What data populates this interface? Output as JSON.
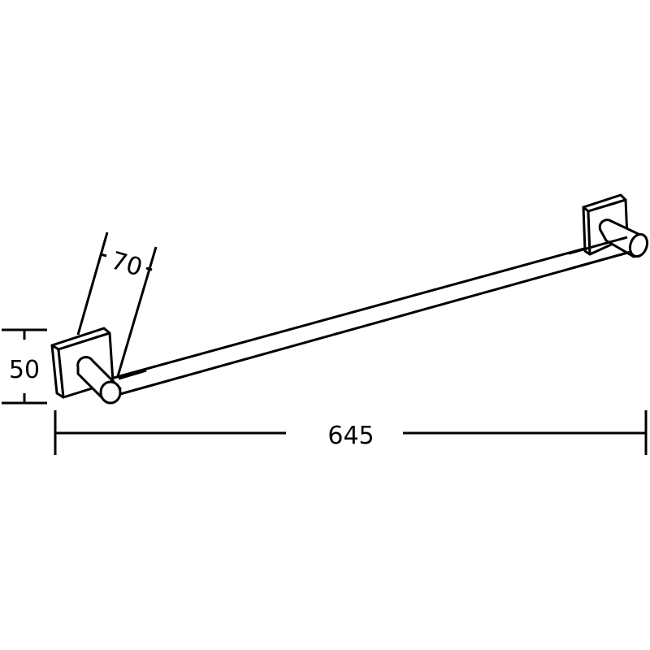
{
  "drawing": {
    "subject": "towel bar",
    "line_color": "#000000",
    "background": "#ffffff",
    "dimensions": {
      "width": {
        "value": "645",
        "orientation": "horizontal"
      },
      "height": {
        "value": "50",
        "orientation": "vertical"
      },
      "depth": {
        "value": "70",
        "orientation": "angled"
      }
    },
    "parts": [
      "left-wall-bracket",
      "left-post",
      "towel-rod",
      "right-wall-bracket",
      "right-post"
    ]
  }
}
